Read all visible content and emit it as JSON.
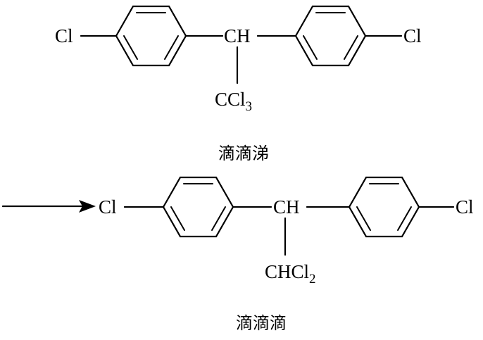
{
  "figure": {
    "top_molecule": {
      "left_substituent": "Cl",
      "right_substituent": "Cl",
      "center_group": "CH",
      "side_chain_main": "CCl",
      "side_chain_subscript": "3",
      "caption": "滴滴涕"
    },
    "arrow": {
      "direction": "right"
    },
    "bottom_molecule": {
      "left_substituent": "Cl",
      "right_substituent": "Cl",
      "center_group": "CH",
      "side_chain_main": "CHCl",
      "side_chain_subscript": "2",
      "caption": "滴滴滴"
    }
  }
}
